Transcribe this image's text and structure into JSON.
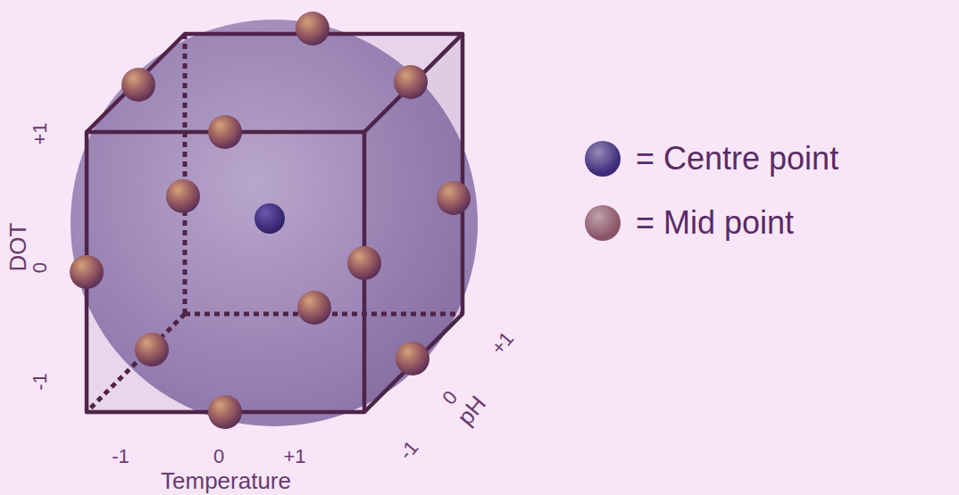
{
  "diagram": {
    "labels": [
      "+1",
      "DOT",
      "0",
      "-1",
      "-1",
      "0",
      "+1",
      "Temperature",
      "-1",
      "0",
      "pH",
      "+1"
    ],
    "legend": [
      {
        "text": "= Centre point",
        "color": "#3d2a7a"
      },
      {
        "text": "= Mid point",
        "color": "#8a5468"
      }
    ]
  }
}
